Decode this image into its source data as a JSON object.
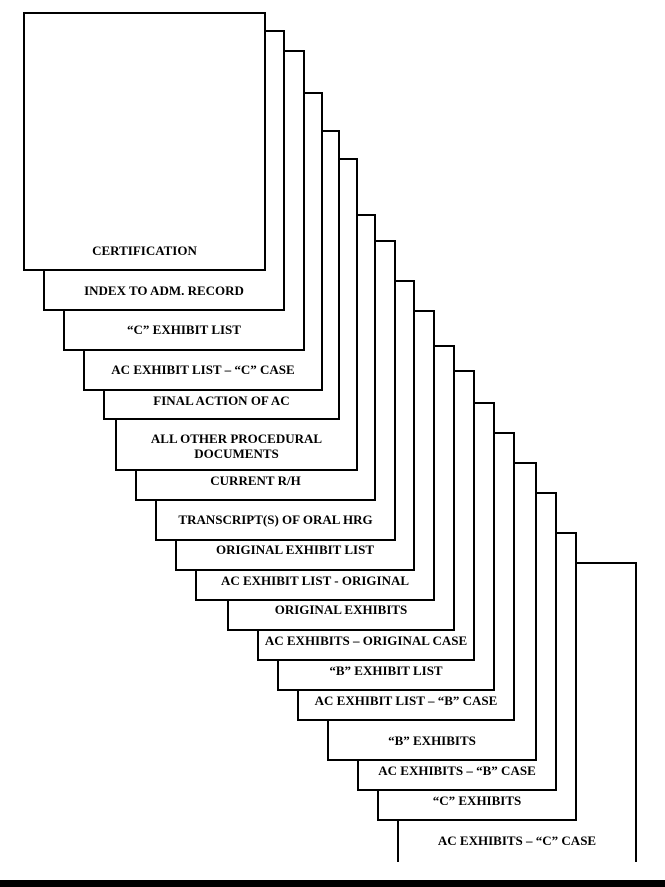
{
  "diagram": {
    "tabs": [
      {
        "id": "certification",
        "label": "CERTIFICATION"
      },
      {
        "id": "index-to-adm-record",
        "label": "INDEX TO ADM. RECORD"
      },
      {
        "id": "c-exhibit-list",
        "label": "“C” EXHIBIT LIST"
      },
      {
        "id": "ac-exhibit-list-c-case",
        "label": "AC EXHIBIT LIST – “C” CASE"
      },
      {
        "id": "final-action-of-ac",
        "label": "FINAL ACTION OF AC"
      },
      {
        "id": "all-other-procedural-documents",
        "label": "ALL OTHER PROCEDURAL DOCUMENTS"
      },
      {
        "id": "current-r-h",
        "label": "CURRENT R/H"
      },
      {
        "id": "transcripts-of-oral-hrg",
        "label": "TRANSCRIPT(S) OF ORAL HRG"
      },
      {
        "id": "original-exhibit-list",
        "label": "ORIGINAL EXHIBIT LIST"
      },
      {
        "id": "ac-exhibit-list-original",
        "label": "AC EXHIBIT LIST - ORIGINAL"
      },
      {
        "id": "original-exhibits",
        "label": "ORIGINAL EXHIBITS"
      },
      {
        "id": "ac-exhibits-original-case",
        "label": "AC EXHIBITS – ORIGINAL CASE"
      },
      {
        "id": "b-exhibit-list",
        "label": "“B” EXHIBIT LIST"
      },
      {
        "id": "ac-exhibit-list-b-case",
        "label": "AC EXHIBIT LIST – “B” CASE"
      },
      {
        "id": "b-exhibits",
        "label": "“B” EXHIBITS"
      },
      {
        "id": "ac-exhibits-b-case",
        "label": "AC EXHIBITS – “B” CASE"
      },
      {
        "id": "c-exhibits",
        "label": "“C” EXHIBITS"
      },
      {
        "id": "ac-exhibits-c-case",
        "label": "AC EXHIBITS – “C” CASE"
      }
    ]
  }
}
